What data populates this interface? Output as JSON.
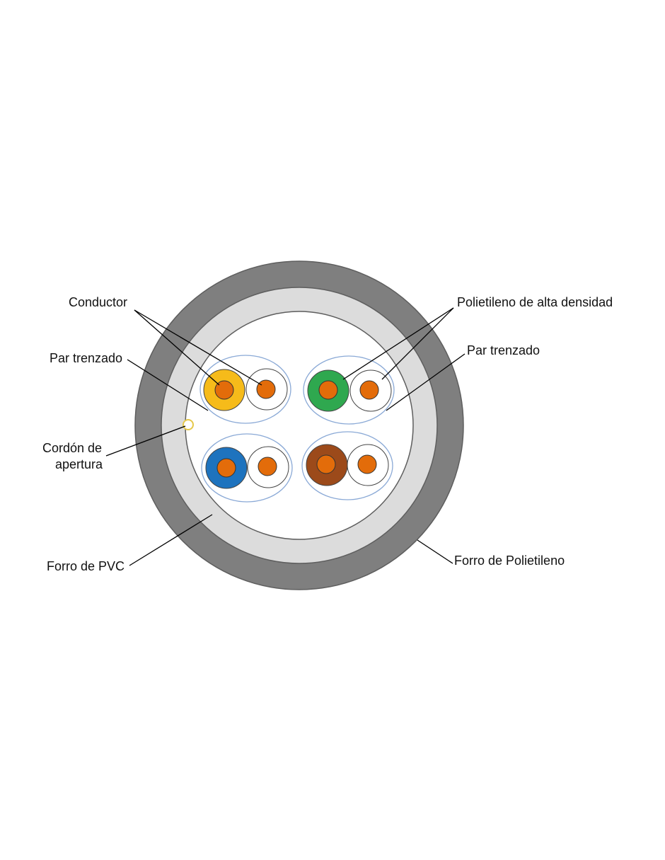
{
  "labels": {
    "conductor": "Conductor",
    "par_trenzado_left": "Par trenzado",
    "cordon_line1": "Cordón de",
    "cordon_line2": "apertura",
    "forro_pvc": "Forro de PVC",
    "polietileno_alta": "Polietileno de alta densidad",
    "par_trenzado_right": "Par trenzado",
    "forro_polietileno": "Forro de Polietileno"
  },
  "colors": {
    "outer_jacket": "#7f7f7f",
    "inner_jacket": "#dcdcdc",
    "core": "#ffffff",
    "conductor": "#e36c0a",
    "pair_outline": "#8aa9d6",
    "ripcord": "#f0d060",
    "insulation_orange_pair": "#f6bb1a",
    "insulation_green_pair": "#2fa84f",
    "insulation_blue_pair": "#1e73be",
    "insulation_brown_pair": "#9c4a1a",
    "insulation_white": "#ffffff"
  },
  "pairs": [
    {
      "name": "orange-pair",
      "color_key": "insulation_orange_pair"
    },
    {
      "name": "green-pair",
      "color_key": "insulation_green_pair"
    },
    {
      "name": "blue-pair",
      "color_key": "insulation_blue_pair"
    },
    {
      "name": "brown-pair",
      "color_key": "insulation_brown_pair"
    }
  ]
}
